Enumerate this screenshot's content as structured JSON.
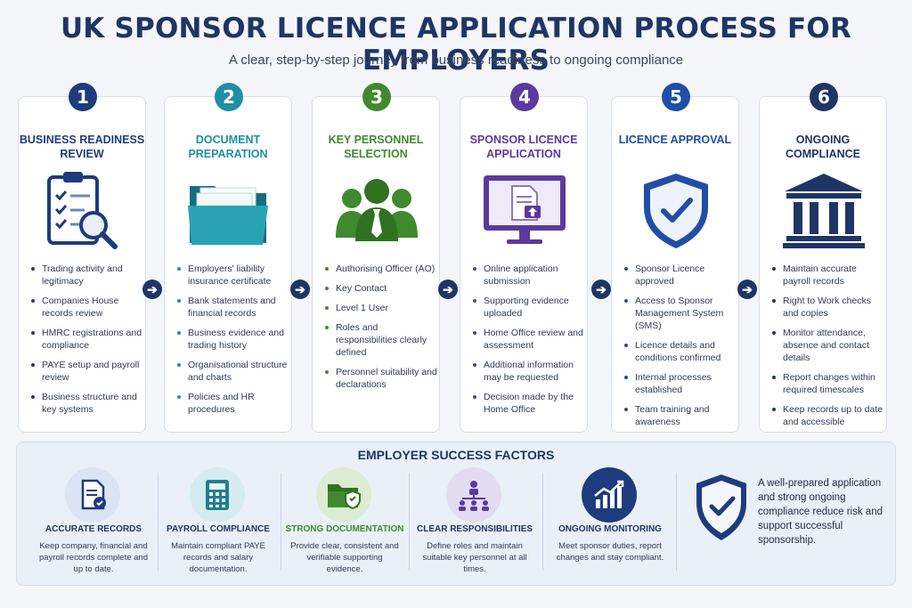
{
  "header": {
    "title": "UK SPONSOR LICENCE APPLICATION PROCESS FOR EMPLOYERS",
    "subtitle": "A clear, step-by-step journey from business readiness to ongoing compliance"
  },
  "steps": [
    {
      "number": "1",
      "title": "BUSINESS READINESS REVIEW",
      "color": "#1e3c7d",
      "icon": "clipboard-magnifier-icon",
      "bullets": [
        "Trading activity and legitimacy",
        "Companies House records review",
        "HMRC registrations and compliance",
        "PAYE setup and payroll review",
        "Business structure and key systems"
      ]
    },
    {
      "number": "2",
      "title": "DOCUMENT PREPARATION",
      "color": "#1f8fa3",
      "icon": "folder-icon",
      "bullets": [
        "Employers' liability insurance certificate",
        "Bank statements and financial records",
        "Business evidence and trading history",
        "Organisational structure and charts",
        "Policies and HR procedures"
      ]
    },
    {
      "number": "3",
      "title": "KEY PERSONNEL SELECTION",
      "color": "#3f8a2e",
      "icon": "people-group-icon",
      "bullets": [
        "Authorising Officer (AO)",
        "Key Contact",
        "Level 1 User",
        "Roles and responsibilities clearly defined",
        "Personnel suitability and declarations"
      ]
    },
    {
      "number": "4",
      "title": "SPONSOR LICENCE APPLICATION",
      "color": "#5a3a9e",
      "icon": "monitor-upload-icon",
      "bullets": [
        "Online application submission",
        "Supporting evidence uploaded",
        "Home Office review and assessment",
        "Additional information may be requested",
        "Decision made by the Home Office"
      ]
    },
    {
      "number": "5",
      "title": "LICENCE APPROVAL",
      "color": "#1f4ea6",
      "icon": "shield-check-icon",
      "bullets": [
        "Sponsor Licence approved",
        "Access to Sponsor Management System (SMS)",
        "Licence details and conditions confirmed",
        "Internal processes established",
        "Team training and awareness"
      ]
    },
    {
      "number": "6",
      "title": "ONGOING COMPLIANCE",
      "color": "#1e3566",
      "icon": "government-building-icon",
      "bullets": [
        "Maintain accurate payroll records",
        "Right to Work checks and copies",
        "Monitor attendance, absence and contact details",
        "Report changes within required timescales",
        "Keep records up to date and accessible"
      ]
    }
  ],
  "factors": {
    "title": "EMPLOYER SUCCESS FACTORS",
    "items": [
      {
        "name": "ACCURATE RECORDS",
        "desc": "Keep company, financial and payroll records complete and up to date.",
        "color": "#1e3c7d",
        "bg": "#dbe4f3",
        "icon": "document-check-icon"
      },
      {
        "name": "PAYROLL COMPLIANCE",
        "desc": "Maintain compliant PAYE records and salary documentation.",
        "color": "#1f7f8f",
        "bg": "#d4ecef",
        "icon": "calculator-icon"
      },
      {
        "name": "STRONG DOCUMENTATION",
        "desc": "Provide clear, consistent and verifiable supporting evidence.",
        "color": "#3f8a2e",
        "bg": "#dcecd3",
        "icon": "folder-shield-icon"
      },
      {
        "name": "CLEAR RESPONSIBILITIES",
        "desc": "Define roles and maintain suitable key personnel at all times.",
        "color": "#5a3a9e",
        "bg": "#e3dcf1",
        "icon": "org-chart-icon"
      },
      {
        "name": "ONGOING MONITORING",
        "desc": "Meet sponsor duties, report changes and stay compliant.",
        "color": "#1e3566",
        "bg": "#1e3c7d",
        "icon": "growth-chart-icon"
      }
    ],
    "closing": "A well-prepared application and strong ongoing compliance reduce risk and support successful sponsorship."
  }
}
